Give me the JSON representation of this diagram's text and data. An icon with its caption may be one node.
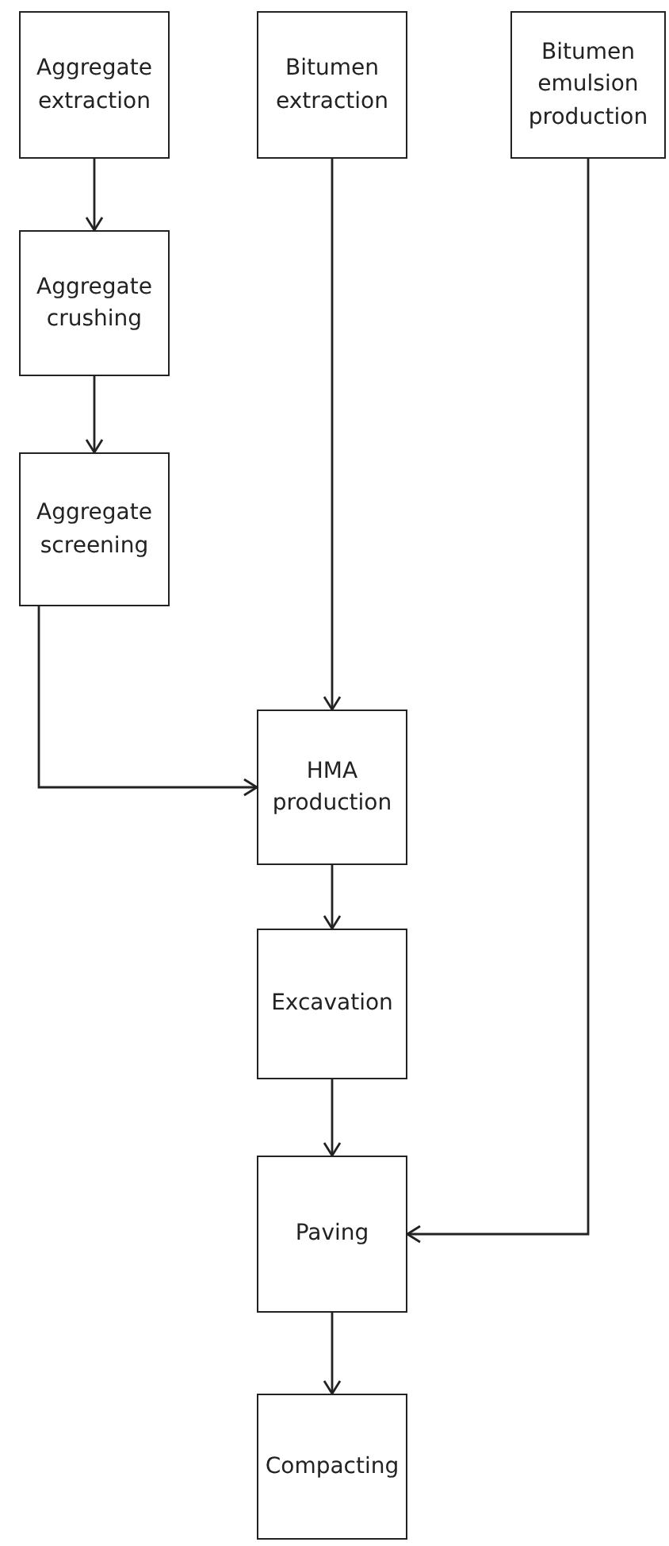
{
  "diagram": {
    "nodes": [
      {
        "text": [
          "Aggregate extraction"
        ]
      },
      {
        "text": [
          "Bitumen extraction"
        ]
      },
      {
        "text": [
          "Bitumen emulsion production"
        ]
      },
      {
        "text": [
          "Aggregate crushing"
        ]
      },
      {
        "text": [
          "Aggregate screening"
        ]
      },
      {
        "text": [
          "HMA production"
        ]
      },
      {
        "text": [
          "Excavation"
        ]
      },
      {
        "text": [
          "Paving"
        ]
      },
      {
        "text": [
          "Compacting"
        ]
      }
    ],
    "edges": [
      {
        "from": 0,
        "to": 3,
        "arrow": "to"
      },
      {
        "from": 3,
        "to": 4,
        "arrow": "to"
      },
      {
        "from": 1,
        "to": 5,
        "arrow": "to"
      },
      {
        "from": 4,
        "to": 5,
        "arrow": "to"
      },
      {
        "from": 5,
        "to": 6,
        "arrow": "to"
      },
      {
        "from": 6,
        "to": 7,
        "arrow": "to"
      },
      {
        "from": 2,
        "to": 7,
        "arrow": "to"
      },
      {
        "from": 7,
        "to": 8,
        "arrow": "to"
      }
    ]
  }
}
